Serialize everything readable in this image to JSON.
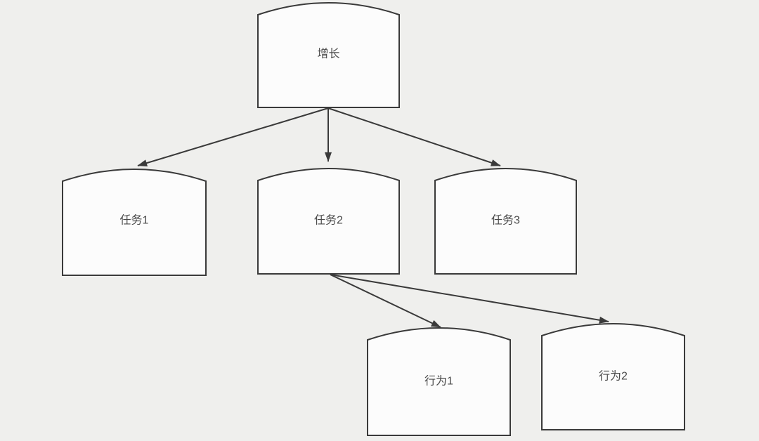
{
  "diagram": {
    "colors": {
      "background": "#efefed",
      "node_fill": "#fcfcfc",
      "stroke": "#3a3a3a",
      "text": "#4a4a4a"
    },
    "nodes": [
      {
        "id": "growth",
        "label": "增长"
      },
      {
        "id": "task1",
        "label": "任务1"
      },
      {
        "id": "task2",
        "label": "任务2"
      },
      {
        "id": "task3",
        "label": "任务3"
      },
      {
        "id": "behavior1",
        "label": "行为1"
      },
      {
        "id": "behavior2",
        "label": "行为2"
      }
    ],
    "edges": [
      {
        "from": "growth",
        "to": "task1"
      },
      {
        "from": "growth",
        "to": "task2"
      },
      {
        "from": "growth",
        "to": "task3"
      },
      {
        "from": "task2",
        "to": "behavior1"
      },
      {
        "from": "task2",
        "to": "behavior2"
      }
    ]
  }
}
